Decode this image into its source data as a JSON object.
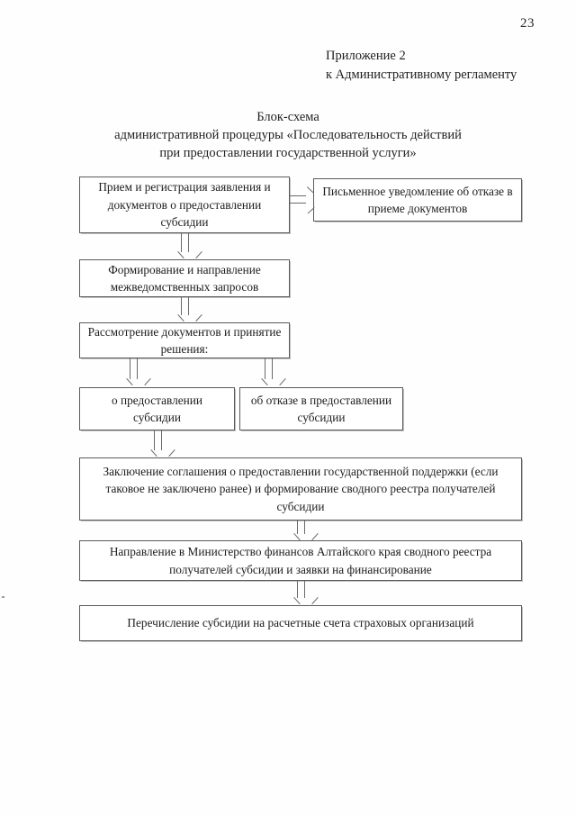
{
  "document": {
    "page_number": "23",
    "appendix": {
      "line1": "Приложение 2",
      "line2": "к Административному регламенту"
    },
    "title": {
      "line1": "Блок-схема",
      "line2": "административной процедуры «Последовательность действий",
      "line3": "при предоставлении государственной услуги»"
    }
  },
  "flowchart": {
    "nodes": [
      {
        "id": "intake",
        "text": "Прием и регистрация заявления и документов о предоставлении субсидии"
      },
      {
        "id": "refusal-notice",
        "text": "Письменное уведомление об отказе в приеме документов"
      },
      {
        "id": "interagency-requests",
        "text": "Формирование и направление межведомственных запросов"
      },
      {
        "id": "review-decision",
        "text": "Рассмотрение документов и принятие решения:"
      },
      {
        "id": "decision-grant",
        "text": "о предоставлении субсидии"
      },
      {
        "id": "decision-refuse",
        "text": "об отказе в предоставлении субсидии"
      },
      {
        "id": "agreement",
        "text": "Заключение соглашения о предоставлении государственной поддержки (если таковое не заключено ранее) и формирование сводного реестра получателей субсидии"
      },
      {
        "id": "send-to-ministry",
        "text": "Направление в Министерство финансов Алтайского края сводного реестра получателей субсидии и заявки на финансирование"
      },
      {
        "id": "transfer-funds",
        "text": "Перечисление субсидии на расчетные счета страховых организаций"
      }
    ],
    "edges": [
      {
        "id": "intake-to-refusal",
        "from": "intake",
        "to": "refusal-notice",
        "direction": "right"
      },
      {
        "id": "intake-to-requests",
        "from": "intake",
        "to": "interagency-requests",
        "direction": "down"
      },
      {
        "id": "requests-to-review",
        "from": "interagency-requests",
        "to": "review-decision",
        "direction": "down"
      },
      {
        "id": "review-to-grant",
        "from": "review-decision",
        "to": "decision-grant",
        "direction": "down"
      },
      {
        "id": "review-to-refuse",
        "from": "review-decision",
        "to": "decision-refuse",
        "direction": "down"
      },
      {
        "id": "grant-to-agreement",
        "from": "decision-grant",
        "to": "agreement",
        "direction": "down"
      },
      {
        "id": "agreement-to-ministry",
        "from": "agreement",
        "to": "send-to-ministry",
        "direction": "down"
      },
      {
        "id": "ministry-to-transfer",
        "from": "send-to-ministry",
        "to": "transfer-funds",
        "direction": "down"
      }
    ]
  },
  "colors": {
    "page_background": "#fefefe",
    "text": "#1c1c1c",
    "box_border": "#5a5a5a",
    "arrow": "#6a6a6a"
  }
}
